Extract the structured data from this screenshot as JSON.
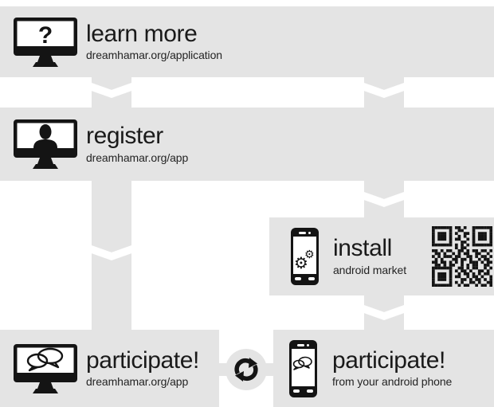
{
  "colors": {
    "band": "#e4e4e4",
    "icon": "#141414",
    "text": "#1a1a1a",
    "background": "#ffffff"
  },
  "steps": [
    {
      "id": "learn-more",
      "title": "learn more",
      "subtitle": "dreamhamar.org/application",
      "icon": "monitor-question-icon"
    },
    {
      "id": "register",
      "title": "register",
      "subtitle": "dreamhamar.org/app",
      "icon": "monitor-user-icon"
    },
    {
      "id": "install",
      "title": "install",
      "subtitle": "android market",
      "icon": "phone-gears-icon",
      "extra_icon": "qr-code"
    },
    {
      "id": "participate-web",
      "title": "participate!",
      "subtitle": "dreamhamar.org/app",
      "icon": "monitor-chat-icon"
    },
    {
      "id": "participate-phone",
      "title": "participate!",
      "subtitle": "from your android phone",
      "icon": "phone-chat-icon"
    }
  ],
  "glyphs": {
    "question_mark": "?",
    "gear": "⚙"
  },
  "sync": {
    "icon": "sync-arrows-icon"
  },
  "qr_matrix": [
    "111111101101001111111",
    "100000100110001000001",
    "101110101001101011101",
    "101110100101001011101",
    "101110101100101011101",
    "100000100011001000001",
    "111111101010101111111",
    "000000001011000000000",
    "110101100110101101101",
    "011010010101100110010",
    "101011101100110101101",
    "010100011011010010110",
    "110110101010011101011",
    "011010110010101100110",
    "111111100110101100101",
    "100000101011010011010",
    "101110100101101010110",
    "101110101100101101001",
    "101110100011010110101",
    "100000101010011010011",
    "111111100101100101101"
  ]
}
